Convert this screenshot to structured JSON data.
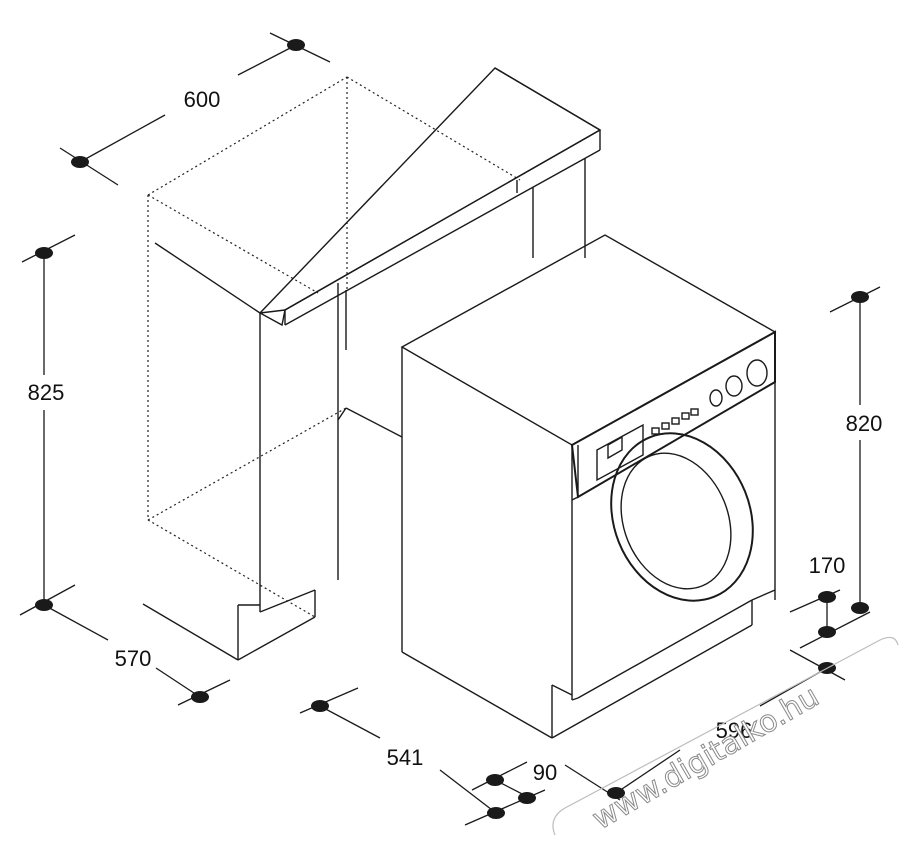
{
  "dimensions": {
    "width_top": "600",
    "height_left": "825",
    "depth_left": "570",
    "depth_machine": "541",
    "depth_door": "90",
    "height_right": "820",
    "plinth_height": "170",
    "width_machine": "596"
  },
  "watermark": "www.digitalko.hu",
  "colors": {
    "line": "#1a1a1a",
    "background": "#ffffff"
  }
}
